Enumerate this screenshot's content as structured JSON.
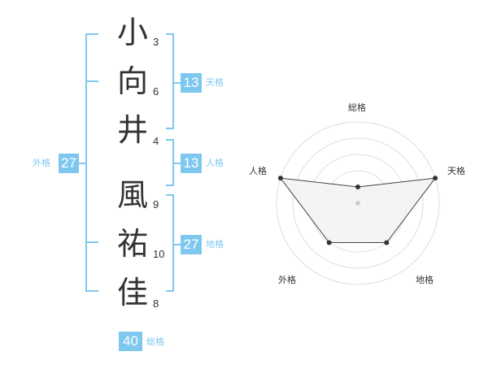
{
  "name": {
    "characters": [
      {
        "char": "小",
        "strokes": "3"
      },
      {
        "char": "向",
        "strokes": "6"
      },
      {
        "char": "井",
        "strokes": "4"
      },
      {
        "char": "風",
        "strokes": "9"
      },
      {
        "char": "祐",
        "strokes": "10"
      },
      {
        "char": "佳",
        "strokes": "8"
      }
    ]
  },
  "fortunes": {
    "tenkaku": {
      "label": "天格",
      "value": "13"
    },
    "jinkaku": {
      "label": "人格",
      "value": "13"
    },
    "chikaku": {
      "label": "地格",
      "value": "27"
    },
    "gaikaku": {
      "label": "外格",
      "value": "27"
    },
    "soukaku": {
      "label": "総格",
      "value": "40"
    }
  },
  "colors": {
    "accent": "#7ec8f0",
    "text": "#333333",
    "ring": "#dddddd",
    "fill": "#f2f2f2",
    "line": "#444444"
  },
  "chart_data": {
    "type": "radar",
    "axes": [
      "総格",
      "天格",
      "地格",
      "外格",
      "人格"
    ],
    "max": 5,
    "values": [
      1,
      5,
      3,
      3,
      5
    ]
  }
}
